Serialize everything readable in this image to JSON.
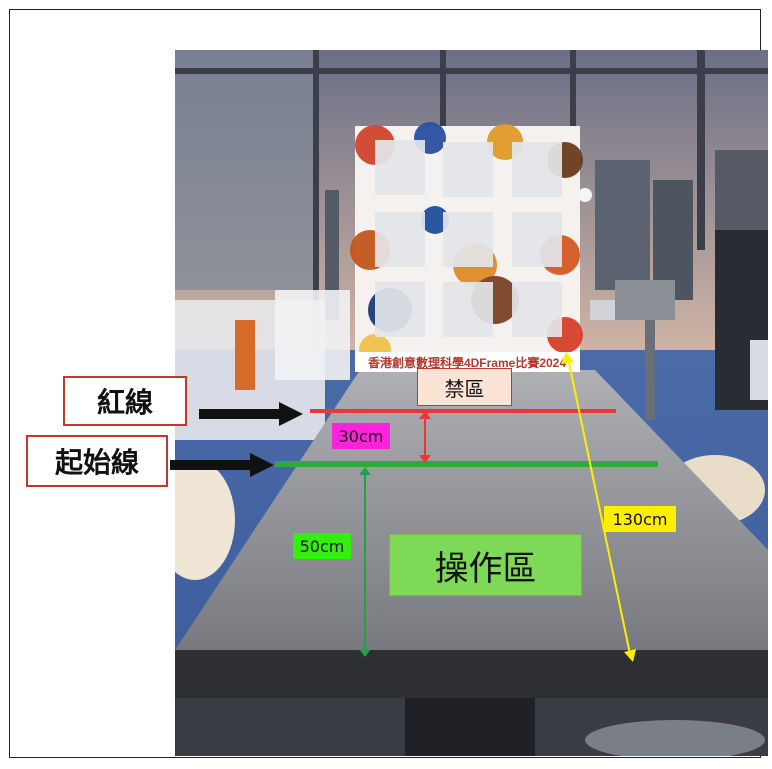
{
  "labels": {
    "red_line": "紅線",
    "start_line": "起始線",
    "forbidden_zone": "禁區",
    "operation_zone": "操作區",
    "dist_30": "30cm",
    "dist_50": "50cm",
    "dist_130": "130cm",
    "board_banner": "香港創意數理科學4DFrame比賽2024"
  },
  "colors": {
    "red_line": "#e53935",
    "start_line": "#2eaa3c",
    "label_border": "#c0392b",
    "tag_30": "#ff22dd",
    "tag_50": "#33ee11",
    "tag_130": "#ffee00",
    "operation_zone_bg": "#7ed957"
  }
}
